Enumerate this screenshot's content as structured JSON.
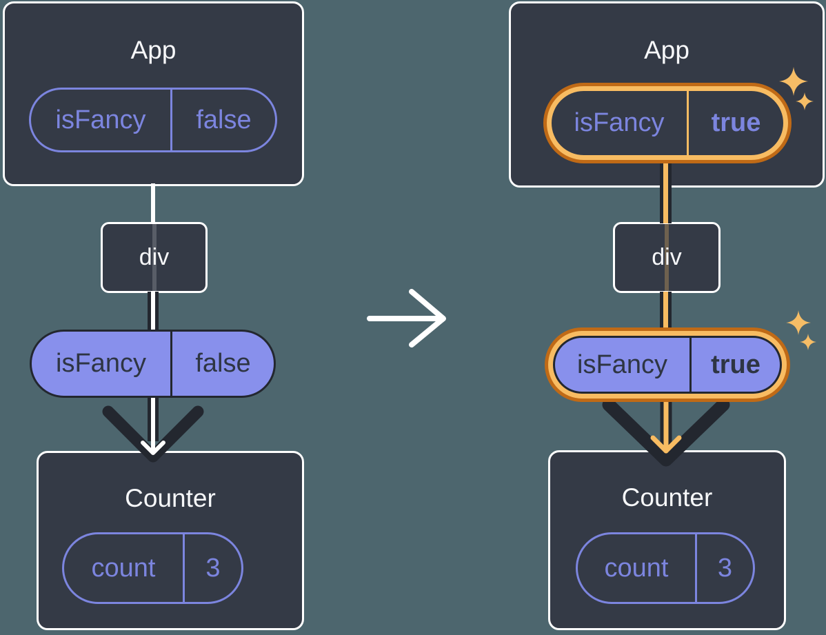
{
  "colors": {
    "background": "#4D666E",
    "card_fill": "#343A46",
    "card_border": "#FFFFFF",
    "purple": "#7C85DF",
    "pill_fill_purple": "#8890EC",
    "dark_ink": "#23272F",
    "orange_light": "#F8BC62",
    "orange_dark": "#C06A16",
    "sparkle": "#F6BD66"
  },
  "left_tree": {
    "app_card": {
      "title": "App",
      "state_pill": {
        "name": "isFancy",
        "value": "false"
      }
    },
    "div_node": {
      "label": "div"
    },
    "prop_pill": {
      "name": "isFancy",
      "value": "false"
    },
    "counter_card": {
      "title": "Counter",
      "state_pill": {
        "name": "count",
        "value": "3"
      }
    }
  },
  "right_tree": {
    "app_card": {
      "title": "App",
      "state_pill": {
        "name": "isFancy",
        "value": "true"
      }
    },
    "div_node": {
      "label": "div"
    },
    "prop_pill": {
      "name": "isFancy",
      "value": "true"
    },
    "counter_card": {
      "title": "Counter",
      "state_pill": {
        "name": "count",
        "value": "3"
      }
    }
  }
}
